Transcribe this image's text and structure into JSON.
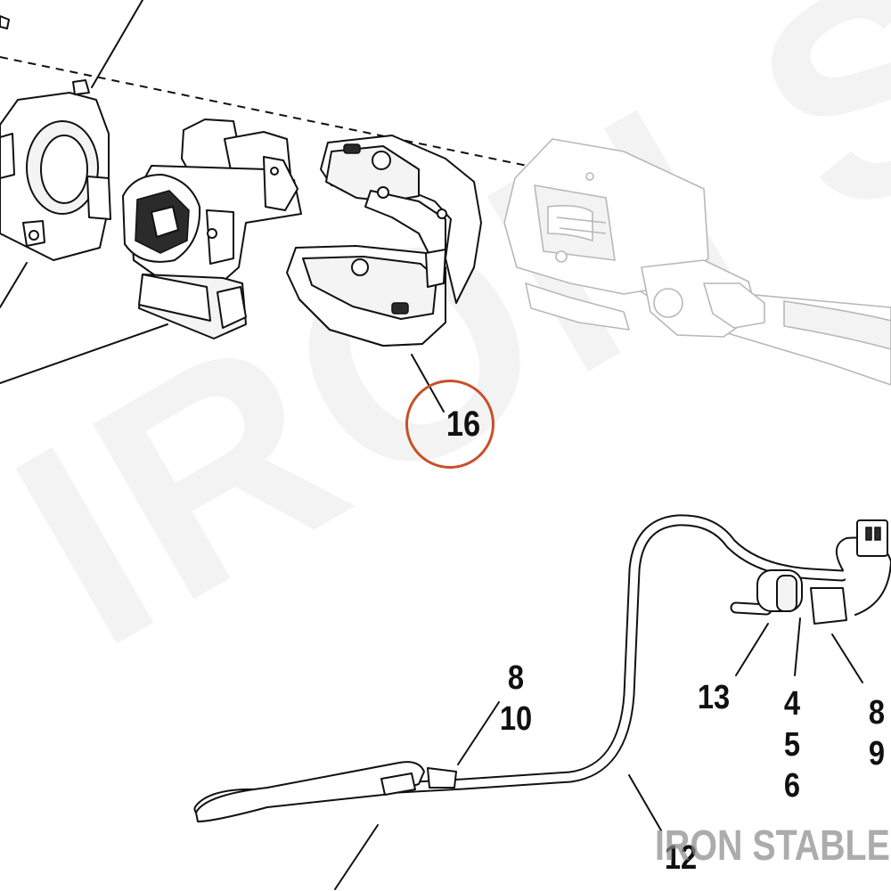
{
  "watermark": {
    "large_text": "IRON STABLE",
    "corner_text": "IRON STABLE"
  },
  "callouts": {
    "highlighted": "16",
    "hose_main": "12",
    "lower_left_top": "8",
    "lower_left_bottom": "10",
    "right_a": "13",
    "right_b1": "4",
    "right_b2": "5",
    "right_b3": "6",
    "right_c1": "8",
    "right_c2": "9"
  },
  "colors": {
    "highlight_ring": "#c8502a",
    "line": "#111111",
    "ghost_part": "#b8b8b8"
  }
}
